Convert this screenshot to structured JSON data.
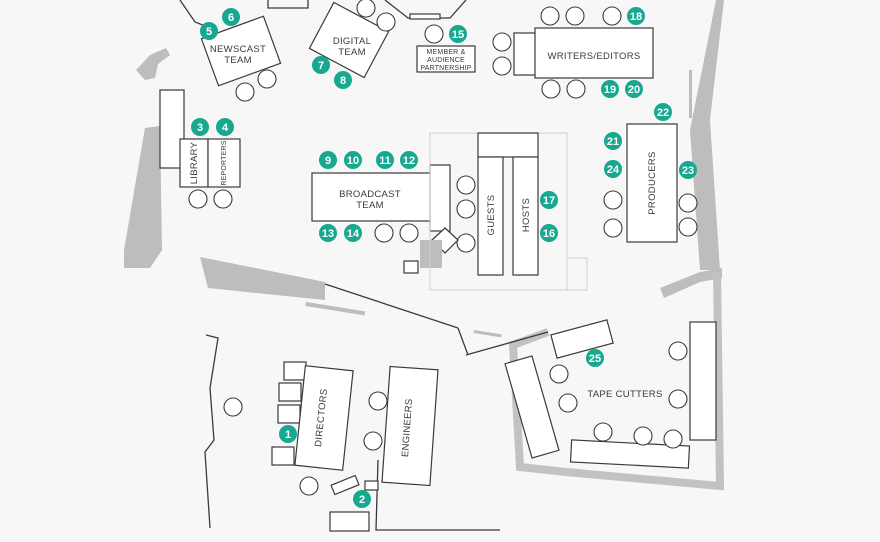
{
  "labels": {
    "newscast_team": [
      "NEWSCAST",
      "TEAM"
    ],
    "digital_team": [
      "DIGITAL",
      "TEAM"
    ],
    "member_partnership": [
      "MEMBER &",
      "AUDIENCE",
      "PARTNERSHIP"
    ],
    "writers_editors": "WRITERS/EDITORS",
    "library": "LIBRARY",
    "reporters": "REPORTERS",
    "broadcast_team": [
      "BROADCAST",
      "TEAM"
    ],
    "guests": "GUESTS",
    "hosts": "HOSTS",
    "producers": "PRODUCERS",
    "tape_cutters": "TAPE CUTTERS",
    "directors": "DIRECTORS",
    "engineers": "ENGINEERS"
  },
  "markers": [
    "1",
    "2",
    "3",
    "4",
    "5",
    "6",
    "7",
    "8",
    "9",
    "10",
    "11",
    "12",
    "13",
    "14",
    "15",
    "16",
    "17",
    "18",
    "19",
    "20",
    "21",
    "22",
    "23",
    "24",
    "25"
  ],
  "colors": {
    "marker": "#17a88f",
    "wall": "#bdbdbd",
    "line": "#3a3a3a",
    "background": "#f7f7f7"
  }
}
